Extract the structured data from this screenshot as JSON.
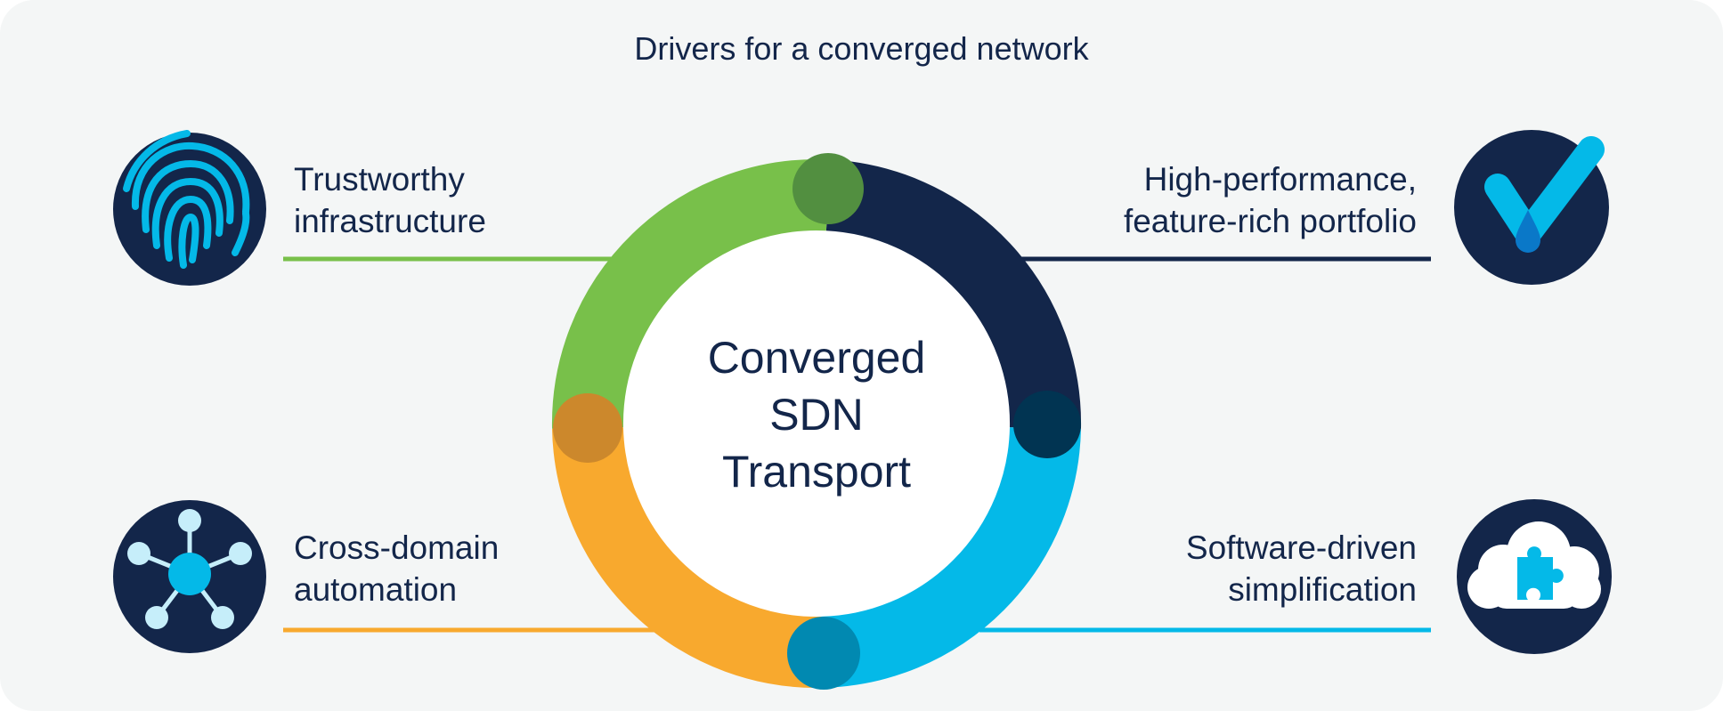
{
  "title": "Drivers for a converged network",
  "center": {
    "line1": "Converged",
    "line2": "SDN",
    "line3": "Transport"
  },
  "drivers": {
    "top_left": {
      "line1": "Trustworthy",
      "line2": "infrastructure",
      "icon": "fingerprint-icon",
      "color": "#78c04a"
    },
    "top_right": {
      "line1": "High-performance,",
      "line2": "feature-rich portfolio",
      "icon": "checkmark-icon",
      "color": "#13264a"
    },
    "bottom_left": {
      "line1": "Cross-domain",
      "line2": "automation",
      "icon": "network-hub-icon",
      "color": "#f8a92e"
    },
    "bottom_right": {
      "line1": "Software-driven",
      "line2": "simplification",
      "icon": "cloud-puzzle-icon",
      "color": "#04b9e8"
    }
  },
  "colors": {
    "navy": "#13264a",
    "green": "#78c04a",
    "orange": "#f8a92e",
    "cyan": "#04b9e8",
    "background": "#f4f6f6"
  }
}
